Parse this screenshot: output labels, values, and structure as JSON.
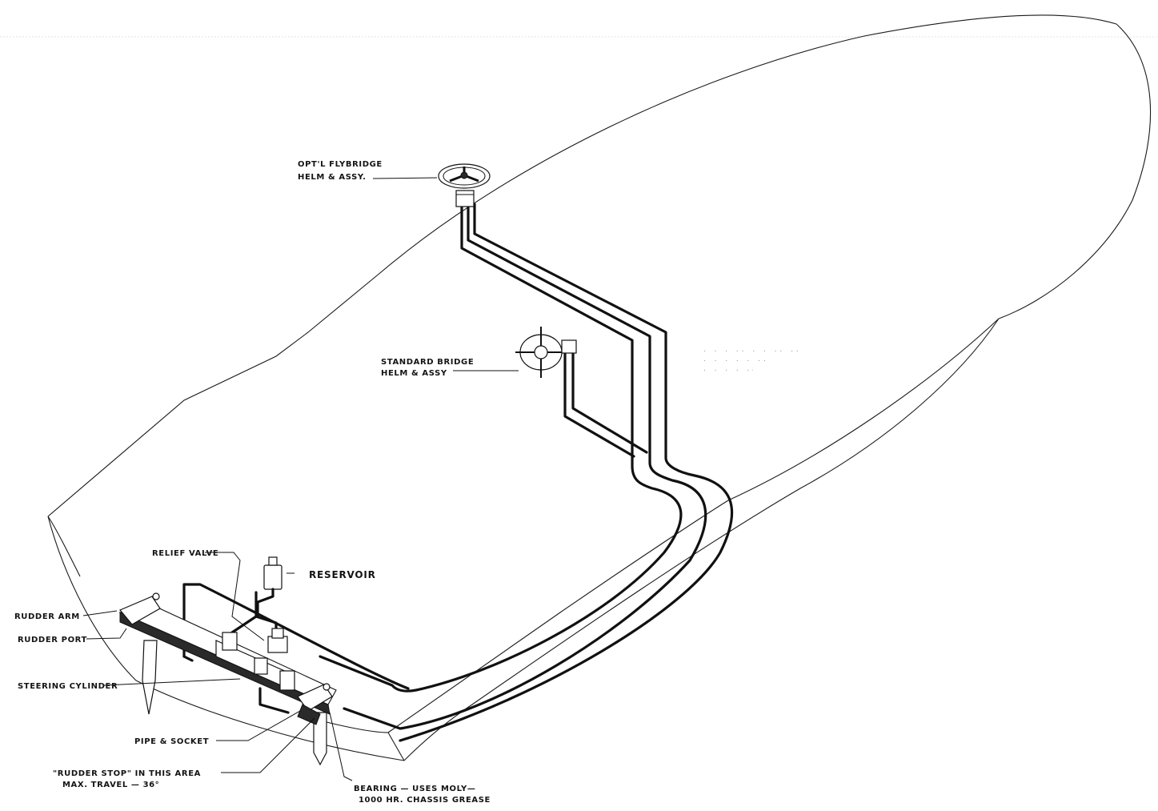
{
  "diagram": {
    "labels": {
      "flybridge_helm_1": "OPT'L FLYBRIDGE",
      "flybridge_helm_2": "HELM & ASSY.",
      "standard_helm_1": "STANDARD BRIDGE",
      "standard_helm_2": "HELM & ASSY",
      "relief_valve": "RELIEF VALVE",
      "reservoir": "RESERVOIR",
      "rudder_arm": "RUDDER ARM",
      "rudder_port": "RUDDER PORT",
      "steering_cylinder": "STEERING CYLINDER",
      "pipe_socket": "PIPE & SOCKET",
      "rudder_stop_1": "\"RUDDER STOP\" IN THIS AREA",
      "rudder_stop_2": "MAX. TRAVEL — 36°",
      "bearing_1": "BEARING — USES MOLY—",
      "bearing_2": "1000 HR. CHASSIS GREASE"
    },
    "icons": [
      "ship-wheel-icon",
      "helm-wheel-icon",
      "reservoir-icon",
      "rudder-icon"
    ]
  }
}
